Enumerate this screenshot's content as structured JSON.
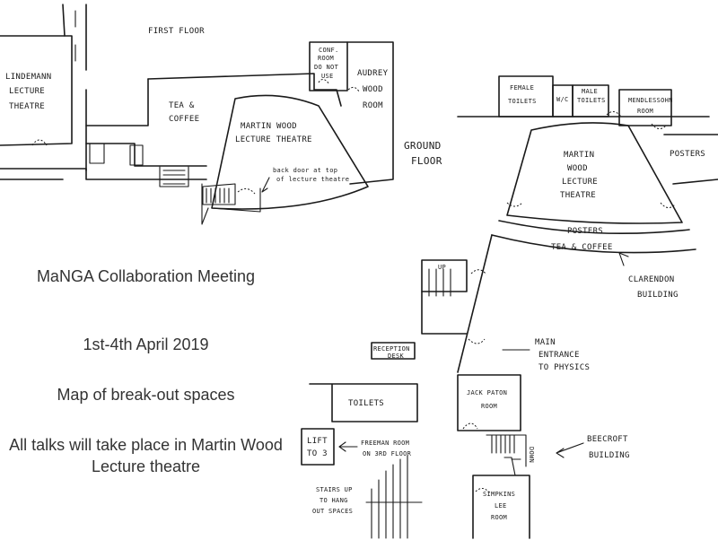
{
  "info": {
    "title": "MaNGA Collaboration Meeting",
    "dates": "1st-4th April 2019",
    "subtitle": "Map of break-out spaces",
    "note": "All talks will take place in Martin Wood Lecture theatre"
  },
  "first_floor": {
    "floor_label": "FIRST FLOOR",
    "lindemann": [
      "LINDEMANN",
      "LECTURE",
      "THEATRE"
    ],
    "tea_coffee": [
      "TEA &",
      "COFFEE"
    ],
    "conf_room": [
      "CONF.",
      "ROOM",
      "DO NOT",
      "USE"
    ],
    "audrey_wood": [
      "AUDREY",
      "WOOD",
      "ROOM"
    ],
    "martin_wood": [
      "MARTIN WOOD",
      "LECTURE THEATRE"
    ],
    "back_door": [
      "back door at top",
      "of lecture theatre"
    ]
  },
  "ground_floor": {
    "floor_label": [
      "GROUND",
      "FLOOR"
    ],
    "female_toilets": [
      "FEMALE",
      "TOILETS"
    ],
    "wc": "W/C",
    "male_toilets": [
      "MALE",
      "TOILETS"
    ],
    "mendlessohn": [
      "MENDLESSOHN",
      "ROOM"
    ],
    "martin_wood": [
      "MARTIN",
      "WOOD",
      "LECTURE",
      "THEATRE"
    ],
    "posters_side": "POSTERS",
    "posters_arc": "POSTERS",
    "tea_coffee": "TEA & COFFEE",
    "clarendon": [
      "CLARENDON",
      "BUILDING"
    ],
    "up": "UP",
    "main_entrance": [
      "MAIN",
      "ENTRANCE",
      "TO PHYSICS"
    ],
    "reception": [
      "RECEPTION",
      "DESK"
    ],
    "toilets": "TOILETS",
    "jack_paton": [
      "JACK PATON",
      "ROOM"
    ],
    "beecroft": [
      "BEECROFT",
      "BUILDING"
    ],
    "lift": [
      "LIFT",
      "TO 3"
    ],
    "freeman": [
      "FREEMAN ROOM",
      "ON 3RD FLOOR"
    ],
    "stairs_up": [
      "STAIRS UP",
      "TO HANG",
      "OUT SPACES"
    ],
    "simpkins": [
      "SIMPKINS",
      "LEE",
      "ROOM"
    ],
    "down": "DOWN"
  }
}
